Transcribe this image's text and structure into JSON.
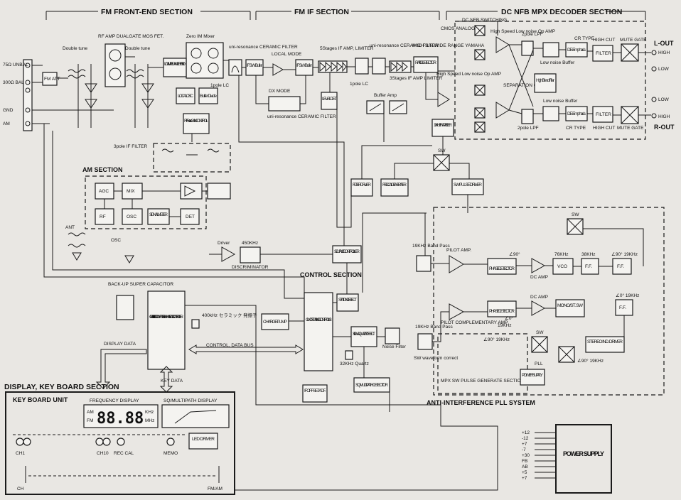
{
  "sections": {
    "fm_frontend": "FM FRONT-END SECTION",
    "fm_if": "FM IF SECTION",
    "dc_nfb": "DC NFB MPX DECODER SECTION",
    "am": "AM SECTION",
    "control": "CONTROL SECTION",
    "display_kb": "DISPLAY, KEY BOARD SECTION",
    "anti_interference": "ANTI-INTERFERENCE PLL SYSTEM",
    "mpx_sw_pulse": "MPX SW PULSE GENERATE SECTION"
  },
  "antenna_inputs": [
    "75Ω UNBAL",
    "300Ω BAL",
    "GND",
    "AM"
  ],
  "outputs": {
    "l_out": "L-OUT",
    "r_out": "R-OUT",
    "l_high": "HIGH",
    "l_low": "LOW",
    "r_low": "LOW",
    "r_high": "HIGH"
  },
  "blocks": {
    "fm_att": "FM ATT",
    "low_imp_hybrid": "LOW IMPEDANCE HYBRID",
    "local_osc": "LOCAL OSC",
    "buffer_divide": "Buffer Divide",
    "rf_servo": "RF Servo GAIN CONTROL",
    "if_sw_buffer": "IF SW Buffer",
    "level_det": "LEVEL DET.",
    "ratio_detector": "RATIO DETECTOR",
    "trap_filter": "19KHz TRAP FILTER",
    "filter_driver": "FILTER DRIVER",
    "rec_cal_gen": "REC-CAL GENERATER",
    "sw_pulse_driver": "SW PULSE DRIVER",
    "agc": "AGC",
    "mix": "MIX",
    "rf": "RF",
    "osc": "OSC",
    "signal_meter": "SIGNAL METER",
    "det": "DET",
    "s_curve": "S-CURVE CONTROLLER",
    "station_detect": "STATION DETECT",
    "sqd": "SIGNAL QUALITY DETECT",
    "charge_pump": "CHARGE PUMP",
    "microcomputer": "C-MOS 4 BIT MICRO-COMPUTER YAHAMA NEW CSL CONTROLLER",
    "tuning_lsi": "C-MOS TUNING CONTROL LSI",
    "if_offset": "IF OFFSET ADF.",
    "sq_multipath": "SQ/MULTIPATH DETECTOR",
    "pilot_amp": "PILOT AMP.",
    "phase_det1": "PHASE DETECTOR",
    "phase_det2": "PHASE DETECTOR",
    "dc_amp1": "DC AMP",
    "dc_amp2": "DC AMP",
    "vco": "VCO",
    "ff1": "F.F.",
    "ff2": "F.F.",
    "ff3": "F.F.",
    "mono_st": "MONO/ST. SW",
    "stereo_ind": "STEREO IND. DRIVER",
    "power_supply_small": "POWER SUPPLY",
    "high_cut": "HIGH CUT",
    "mute_gate": "MUTE GATE",
    "de_emphasis": "DE-Emphasis",
    "filter": "FILTER",
    "power_supply": "POWER SUPPLY",
    "led_driver": "LED DRIVER",
    "sw": "SW"
  },
  "annotations": {
    "rf_amp": "RF AMP DUALGATE MOS FET.",
    "double_tune": "Double tune",
    "zero_im_mixer": "Zero IM Mixer",
    "ceramic_filter": "uni-resonance CERAMIC FILTER",
    "local_mode": "LOCAL MODE",
    "dx_mode": "DX MODE",
    "five_stage": "5Stages IF AMP, LIMITER",
    "three_stage": "3Stages IF AMP LIMITER",
    "high_sn": "HIGH S/N WIDE RANGE YAMAHA",
    "one_pole_lc": "1pole LC",
    "buffer_amp": "Buffer Amp",
    "cmos_analog_sw": "CMOS ANALOG SW",
    "dc_nfb_switching": "DC NFB SWITCHING",
    "high_speed_opamp": "High Speed Low noise Op AMP",
    "two_pole_lpf": "2pole LPF",
    "separation_control": "SEPARATION CONTROL",
    "low_noise_buffer": "Low noise Buffer",
    "high_blend": "High Blend Filter",
    "cr_type": "CR TYPE",
    "three_pole_if": "3pole IF FILTER",
    "discriminator": "DISCRIMINATOR",
    "driver": "Driver",
    "khz450": "450KHz",
    "ant": "ANT",
    "osc_small": "OSC",
    "backup_cap": "BACK-UP SUPER CAPACITOR",
    "khz400": "400kHz セラミック 発振子",
    "quartz": "32KHz Quartz",
    "noise_filter": "Noise Filter",
    "band_pass1": "19KHz Band Pass",
    "band_pass2": "19KHz Band Pass",
    "sw_waveform": "SW waveform correct",
    "pilot_comp": "PILOT COMPLEMENTARY AMP",
    "deg90_1": "∠90°",
    "khz76": "76KHz",
    "khz38": "38KHz",
    "deg90_19": "∠90° 19KHz",
    "deg0_19": "∠0° 19KHz",
    "deg0": "∠0°",
    "khz19": "19KHz",
    "pll": "PLL",
    "display_data": "DISPLAY DATA",
    "control_bus": "CONTROL, DATA BUS",
    "key_data": "KEY DATA"
  },
  "keyboard": {
    "unit_title": "KEY BOARD UNIT",
    "freq_label": "FREQUENCY DISPLAY",
    "sq_label": "SQ/MULTIPATH DISPLAY",
    "am": "AM",
    "fm": "FM",
    "freq_value": "88.88",
    "khz": "KHz",
    "mhz": "MHz",
    "keys": [
      "CH1",
      "CH10",
      "REC CAL",
      "MEMO"
    ],
    "ch_bottom": "CH",
    "fm_am": "FM/AM"
  },
  "power_rails": [
    "+12",
    "-12",
    "+7",
    "-7",
    "+30",
    "FB",
    "AB",
    "+5",
    "+7"
  ]
}
